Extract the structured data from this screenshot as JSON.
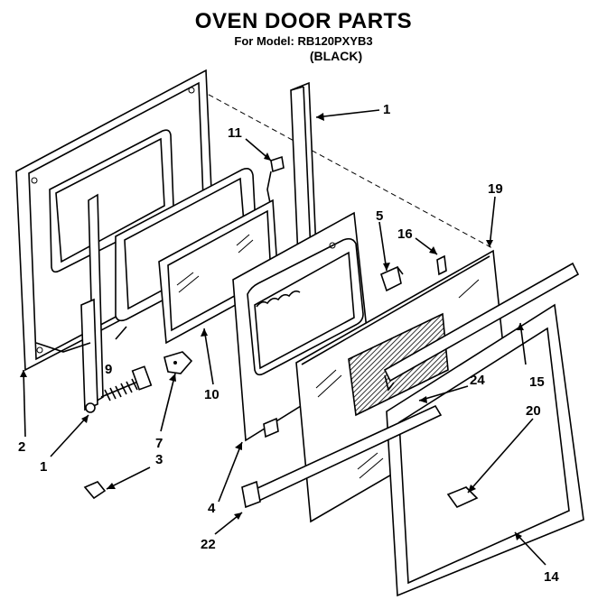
{
  "header": {
    "title": "OVEN DOOR PARTS",
    "model_line": "For Model: RB120PXYB3",
    "color_line": "(BLACK)"
  },
  "callouts": {
    "c1a": "1",
    "c11": "11",
    "c19": "19",
    "c5": "5",
    "c16": "16",
    "c9": "9",
    "c10": "10",
    "c15": "15",
    "c24": "24",
    "c20": "20",
    "c2": "2",
    "c1b": "1",
    "c7": "7",
    "c3": "3",
    "c4": "4",
    "c22": "22",
    "c14": "14"
  }
}
